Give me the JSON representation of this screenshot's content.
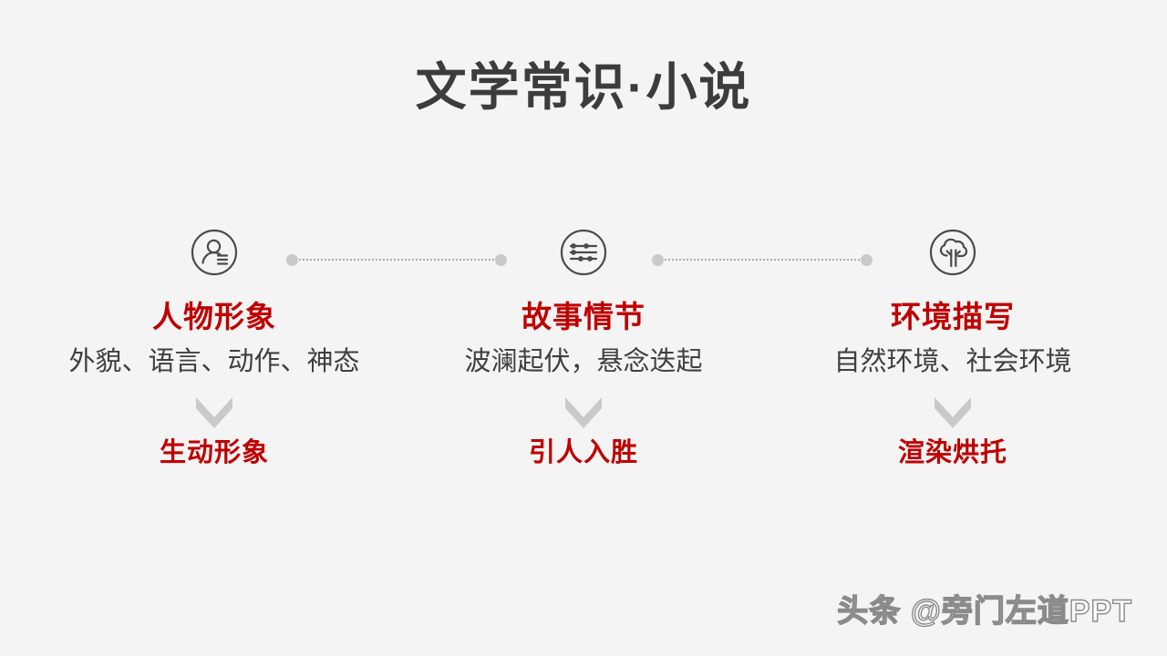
{
  "slide": {
    "title": "文学常识·小说",
    "background_color": "#f4f4f4",
    "accent_color": "#c00000",
    "text_color": "#3c3c3c",
    "icon_color": "#4a4a4a",
    "connector_color": "#c9c9c9"
  },
  "columns": [
    {
      "icon": "person-profile-icon",
      "heading": "人物形象",
      "detail": "外貌、语言、动作、神态",
      "arrow": "chevron-down-icon",
      "result": "生动形象"
    },
    {
      "icon": "sliders-icon",
      "heading": "故事情节",
      "detail": "波澜起伏，悬念迭起",
      "arrow": "chevron-down-icon",
      "result": "引人入胜"
    },
    {
      "icon": "tree-icon",
      "heading": "环境描写",
      "detail": "自然环境、社会环境",
      "arrow": "chevron-down-icon",
      "result": "渲染烘托"
    }
  ],
  "connectors": [
    {
      "name": "connector-1",
      "style": "dotted"
    },
    {
      "name": "connector-2",
      "style": "dotted"
    }
  ],
  "watermark": {
    "text": "头条 @旁门左道PPT"
  }
}
